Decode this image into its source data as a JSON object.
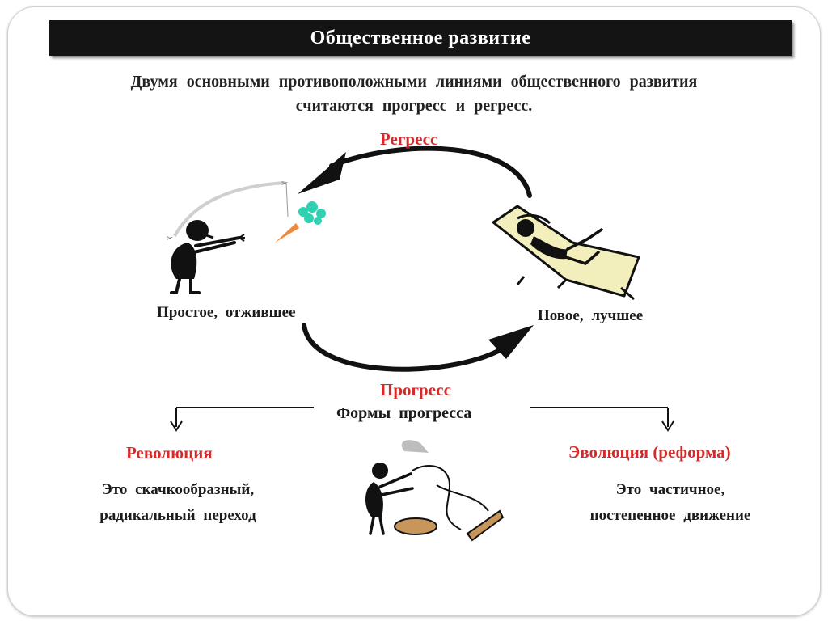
{
  "title": "Общественное развитие",
  "intro": {
    "line1": "Двумя основными противоположными линиями общественного развития",
    "line2": "считаются прогресс и регресс."
  },
  "cycle": {
    "regress_label": "Регресс",
    "progress_label": "Прогресс",
    "left_state": "Простое, отжившее",
    "right_state": "Новое, лучшее"
  },
  "forms": {
    "heading": "Формы прогресса",
    "revolution": {
      "title": "Революция",
      "line1": "Это скачкообразный,",
      "line2": "радикальный переход"
    },
    "evolution": {
      "title": "Эволюция",
      "title_paren": "(реформа)",
      "line1": "Это частичное,",
      "line2": "постепенное движение"
    }
  },
  "colors": {
    "title_bar": "#141414",
    "accent_red": "#d42a2a",
    "plant": "#2fd1b2",
    "carrot": "#f08a3c",
    "chair": "#f3efbd",
    "log": "#c8955a"
  }
}
